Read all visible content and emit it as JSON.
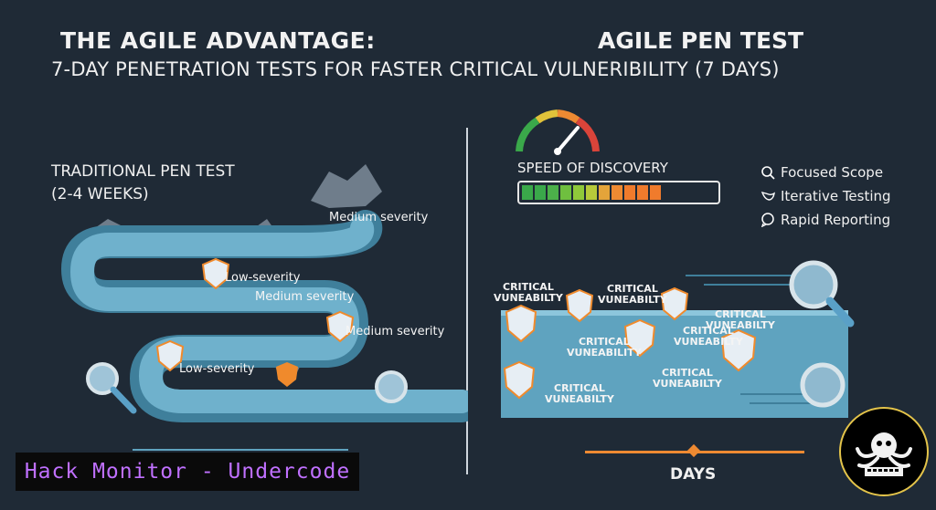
{
  "header": {
    "title_left": "THE AGILE ADVANTAGE:",
    "title_right": "AGILE PEN TEST",
    "subtitle": "7-DAY PENETRATION TESTS FOR FASTER CRITICAL VULNERIBILITY (7 DAYS)"
  },
  "traditional": {
    "title_line1": "TRADITIONAL PEN TEST",
    "title_line2": "(2-4 WEEKS)",
    "labels": [
      "Medium severity",
      "Low-severity",
      "Medium severity",
      "Medium severity",
      "Low-severity"
    ]
  },
  "agile": {
    "speed_label": "SPEED OF DISCOVERY",
    "speed_colors": [
      "#3aa84a",
      "#3aa84a",
      "#4cb04a",
      "#6fbf3f",
      "#8fc83a",
      "#b7c93a",
      "#e4a43a",
      "#ee8a32",
      "#f07b2c",
      "#f07b2c",
      "#f07b2c"
    ],
    "features": [
      "Focused Scope",
      "Iterative Testing",
      "Rapid Reporting"
    ],
    "feature_icons": [
      "search-icon",
      "bird-icon",
      "chat-icon"
    ],
    "critical_line1": "CRITICAL",
    "critical_line2": "VUNEABILTY",
    "critical_line2_alt": "VUNEABILITY",
    "axis_label": "DAYS"
  },
  "watermark": "Hack Monitor - Undercode",
  "colors": {
    "background": "#1f2a36",
    "road": "#5fa3bf",
    "road_dark": "#3f7f9b",
    "accent_orange": "#ee8a32",
    "speed_border": "#e6e6e6"
  }
}
